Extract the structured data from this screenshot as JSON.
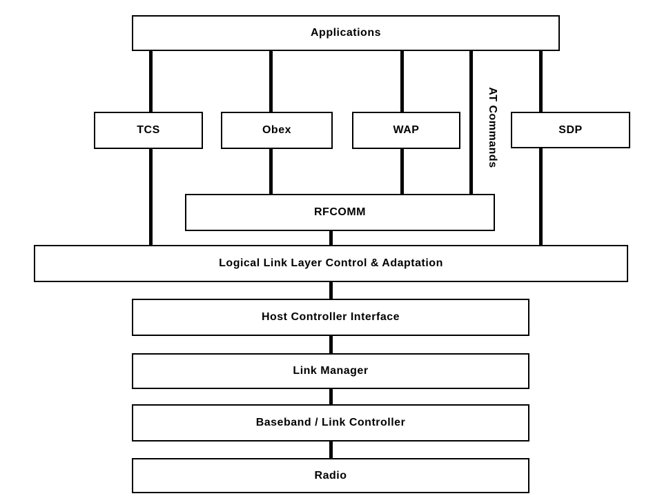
{
  "diagram": {
    "type": "protocol-stack-block-diagram",
    "colors": {
      "background": "#ffffff",
      "box_fill": "#ffffff",
      "box_border": "#000000",
      "connector": "#000000",
      "text": "#000000"
    },
    "nodes": {
      "applications": {
        "label": "Applications"
      },
      "tcs": {
        "label": "TCS"
      },
      "obex": {
        "label": "Obex"
      },
      "wap": {
        "label": "WAP"
      },
      "sdp": {
        "label": "SDP"
      },
      "at_commands": {
        "label": "AT Commands"
      },
      "rfcomm": {
        "label": "RFCOMM"
      },
      "l2cap": {
        "label": "Logical Link Layer Control & Adaptation"
      },
      "hci": {
        "label": "Host Controller Interface"
      },
      "link_manager": {
        "label": "Link Manager"
      },
      "baseband": {
        "label": "Baseband / Link Controller"
      },
      "radio": {
        "label": "Radio"
      }
    },
    "edges": [
      {
        "from": "applications",
        "to": "tcs"
      },
      {
        "from": "applications",
        "to": "obex"
      },
      {
        "from": "applications",
        "to": "wap"
      },
      {
        "from": "applications",
        "to": "rfcomm",
        "via_label": "AT Commands"
      },
      {
        "from": "applications",
        "to": "sdp"
      },
      {
        "from": "tcs",
        "to": "l2cap"
      },
      {
        "from": "obex",
        "to": "rfcomm"
      },
      {
        "from": "wap",
        "to": "rfcomm"
      },
      {
        "from": "sdp",
        "to": "l2cap"
      },
      {
        "from": "rfcomm",
        "to": "l2cap"
      },
      {
        "from": "l2cap",
        "to": "hci"
      },
      {
        "from": "hci",
        "to": "link_manager"
      },
      {
        "from": "link_manager",
        "to": "baseband"
      },
      {
        "from": "baseband",
        "to": "radio"
      }
    ]
  }
}
